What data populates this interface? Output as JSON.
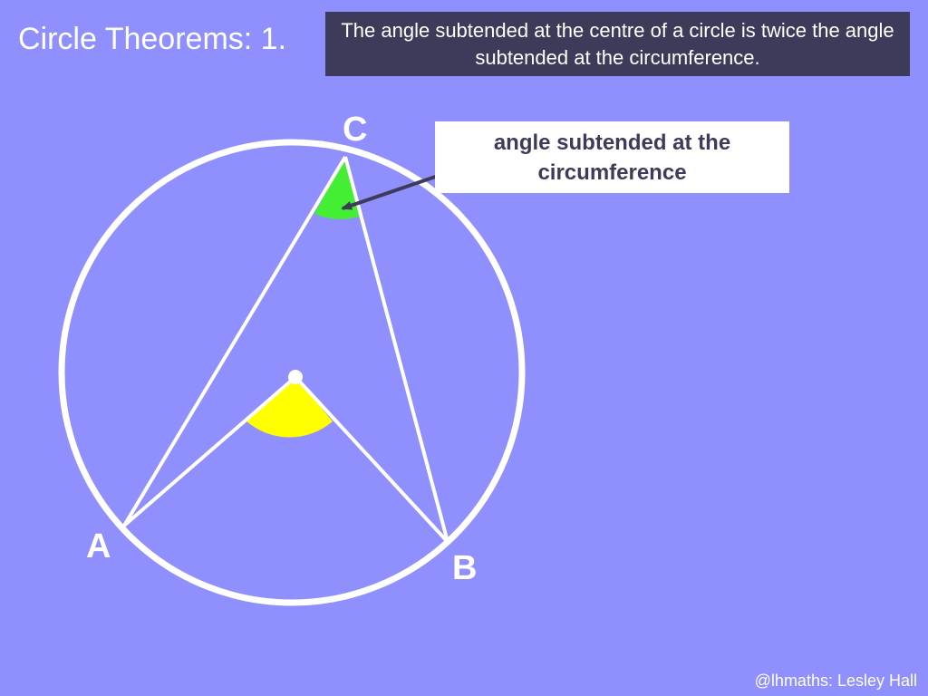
{
  "slide": {
    "title": "Circle Theorems: 1.",
    "theorem": "The angle subtended at the centre of a circle is twice the angle subtended at the circumference.",
    "callout": "angle subtended at the circumference",
    "credit": "@lhmaths: Lesley Hall"
  },
  "points": {
    "a": "A",
    "b": "B",
    "c": "C"
  },
  "colors": {
    "background": "#8f8ffd",
    "theorem_box": "#3c3c5a",
    "circumference_angle": "#44ee33",
    "centre_angle": "#ffff00",
    "lines": "#ffffff"
  }
}
